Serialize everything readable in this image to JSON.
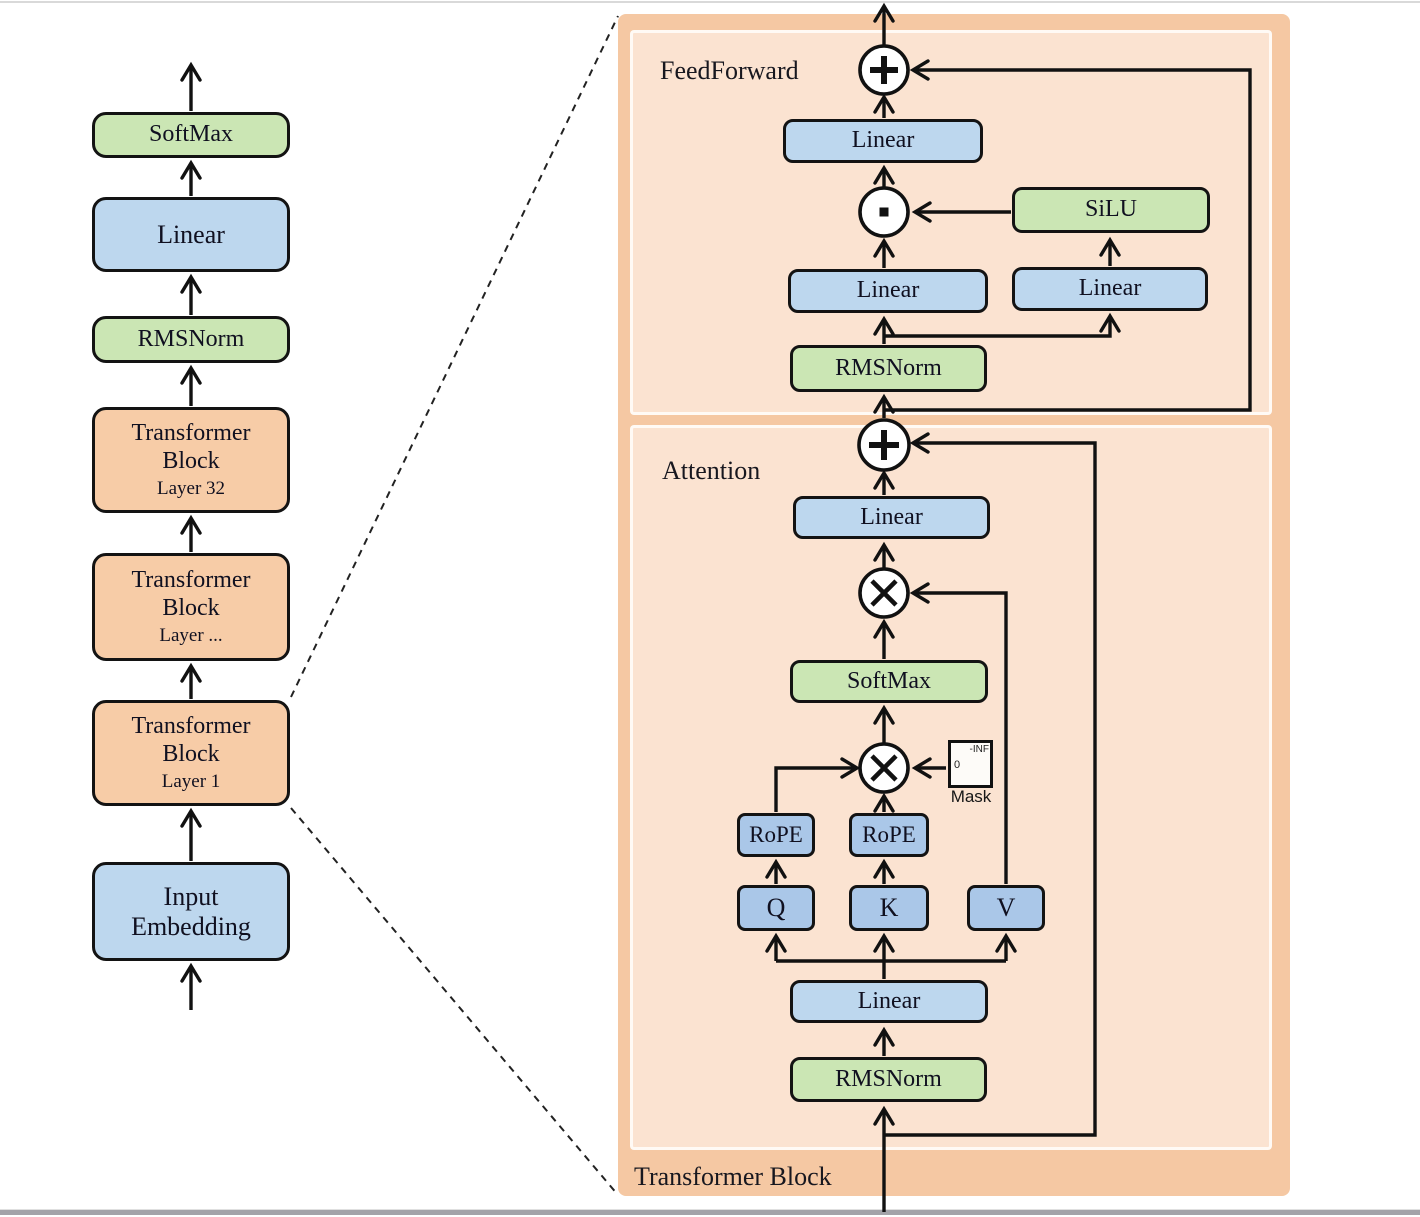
{
  "pipeline": {
    "blocks": [
      {
        "label": "SoftMax"
      },
      {
        "label": "Linear"
      },
      {
        "label": "RMSNorm"
      },
      {
        "label": "Transformer Block",
        "sublabel": "Layer 32"
      },
      {
        "label": "Transformer Block",
        "sublabel": "Layer ..."
      },
      {
        "label": "Transformer Block",
        "sublabel": "Layer 1"
      },
      {
        "label": "Input Embedding"
      }
    ]
  },
  "block_detail": {
    "panel_label": "Transformer Block",
    "feedforward": {
      "label": "FeedForward",
      "out_linear": "Linear",
      "silu": "SiLU",
      "gate_linear": "Linear",
      "up_linear": "Linear",
      "rmsnorm": "RMSNorm"
    },
    "attention": {
      "label": "Attention",
      "out_linear": "Linear",
      "softmax": "SoftMax",
      "rope_q": "RoPE",
      "rope_k": "RoPE",
      "q": "Q",
      "k": "K",
      "v": "V",
      "mask_label": "Mask",
      "mask_neg_inf": "-INF",
      "mask_zero": "0",
      "in_linear": "Linear",
      "rmsnorm": "RMSNorm"
    },
    "operators": {
      "add": "+",
      "multiply": "×",
      "elementwise": "·"
    }
  },
  "colors": {
    "panel_outer": "#f5c8a3",
    "panel_inner": "#fbe3d1",
    "box_blue": "#bdd7ee",
    "box_blue_dark": "#aac7e8",
    "box_green": "#cbe6b4",
    "box_orange": "#f7cca7"
  }
}
